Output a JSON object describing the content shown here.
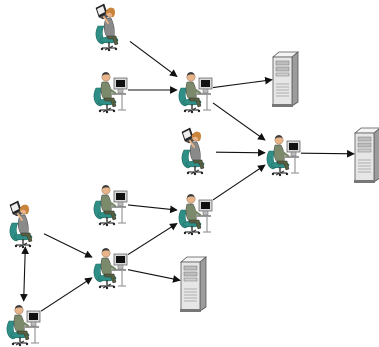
{
  "diagram": {
    "kind": "network-flow",
    "palette": {
      "chair": "#2f8f86",
      "chair_dark": "#1c6b63",
      "skin": "#e8b48a",
      "hair_female": "#c8843a",
      "hair_male": "#3a3a3a",
      "shirt_female": "#8a8a8a",
      "shirt_male": "#7a8a6a",
      "pants": "#556040",
      "desk_metal": "#9a9a9a",
      "monitor": "#d9d9d9",
      "screen": "#111111",
      "server_light": "#e6e6e6",
      "server_dark": "#9c9c9c",
      "arrow": "#111111"
    },
    "nodes": [
      {
        "id": "u1",
        "type": "user-laptop",
        "icon": "female-laptop-user-icon"
      },
      {
        "id": "u2",
        "type": "user-desktop",
        "icon": "male-desktop-user-icon"
      },
      {
        "id": "h1",
        "type": "user-desktop",
        "icon": "male-desktop-user-icon"
      },
      {
        "id": "s1",
        "type": "server",
        "icon": "server-tower-icon"
      },
      {
        "id": "u3",
        "type": "user-laptop",
        "icon": "female-laptop-user-icon"
      },
      {
        "id": "h2",
        "type": "user-desktop",
        "icon": "male-desktop-user-icon"
      },
      {
        "id": "s2",
        "type": "server",
        "icon": "server-tower-icon"
      },
      {
        "id": "u4",
        "type": "user-desktop",
        "icon": "male-desktop-user-icon"
      },
      {
        "id": "h3",
        "type": "user-desktop",
        "icon": "male-desktop-user-icon"
      },
      {
        "id": "u5",
        "type": "user-laptop",
        "icon": "female-laptop-user-icon"
      },
      {
        "id": "u6",
        "type": "user-desktop",
        "icon": "male-desktop-user-icon"
      },
      {
        "id": "h4",
        "type": "user-desktop",
        "icon": "male-desktop-user-icon"
      },
      {
        "id": "s3",
        "type": "server",
        "icon": "server-tower-icon"
      }
    ],
    "edges": [
      {
        "from": "u1",
        "to": "h1"
      },
      {
        "from": "u2",
        "to": "h1"
      },
      {
        "from": "h1",
        "to": "s1"
      },
      {
        "from": "h1",
        "to": "h2"
      },
      {
        "from": "u3",
        "to": "h2"
      },
      {
        "from": "h3",
        "to": "h2"
      },
      {
        "from": "h2",
        "to": "s2"
      },
      {
        "from": "u4",
        "to": "h3"
      },
      {
        "from": "u5",
        "to": "h4"
      },
      {
        "from": "u6",
        "to": "h4"
      },
      {
        "from": "u5",
        "to": "u6",
        "bidirectional": true
      },
      {
        "from": "h4",
        "to": "h3"
      },
      {
        "from": "h4",
        "to": "s3"
      }
    ]
  }
}
